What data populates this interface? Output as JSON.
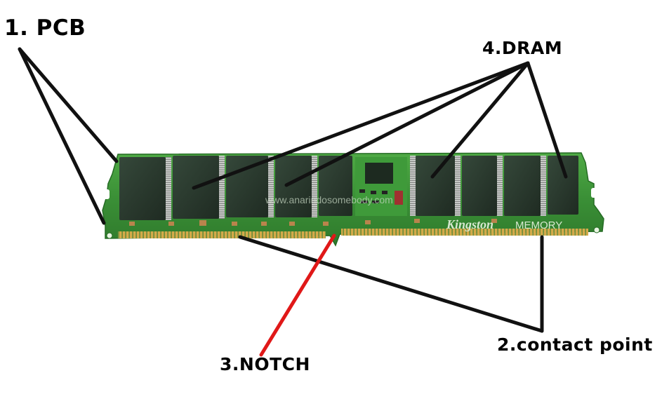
{
  "labels": {
    "pcb": "1. PCB",
    "dram": "4.DRAM",
    "notch": "3.NOTCH",
    "contact": "2.contact point"
  },
  "module_branding": {
    "brand": "Kingston",
    "product": "MEMORY",
    "watermark": "www.anarindosomebody.com"
  },
  "colors": {
    "pcb_green": "#3f9b3a",
    "chip_black": "#2a3a2a",
    "gold_contacts": "#c8a040",
    "leader_black": "#111111",
    "leader_red": "#e01818"
  },
  "icons": [
    "ram-module-illustration"
  ]
}
